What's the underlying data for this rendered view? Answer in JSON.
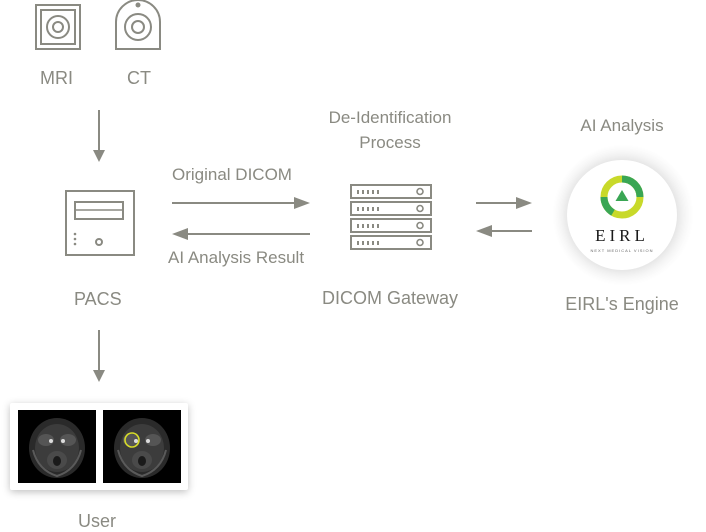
{
  "devices": {
    "mri_label": "MRI",
    "ct_label": "CT"
  },
  "pacs": {
    "label": "PACS"
  },
  "flow": {
    "original_dicom": "Original DICOM",
    "ai_analysis_result": "AI Analysis Result"
  },
  "gateway": {
    "process_line1": "De-Identification",
    "process_line2": "Process",
    "label": "DICOM Gateway"
  },
  "engine": {
    "header": "AI Analysis",
    "label": "EIRL's Engine",
    "logo_text": "EIRL",
    "logo_tagline": "NEXT MEDICAL VISION"
  },
  "user": {
    "label": "User"
  },
  "colors": {
    "icon_gray": "#8a8a82",
    "arrow_gray": "#8a8a82",
    "logo_green": "#3aa654",
    "logo_lime": "#c8d92a",
    "highlight_yellow": "#d7dc2a"
  }
}
